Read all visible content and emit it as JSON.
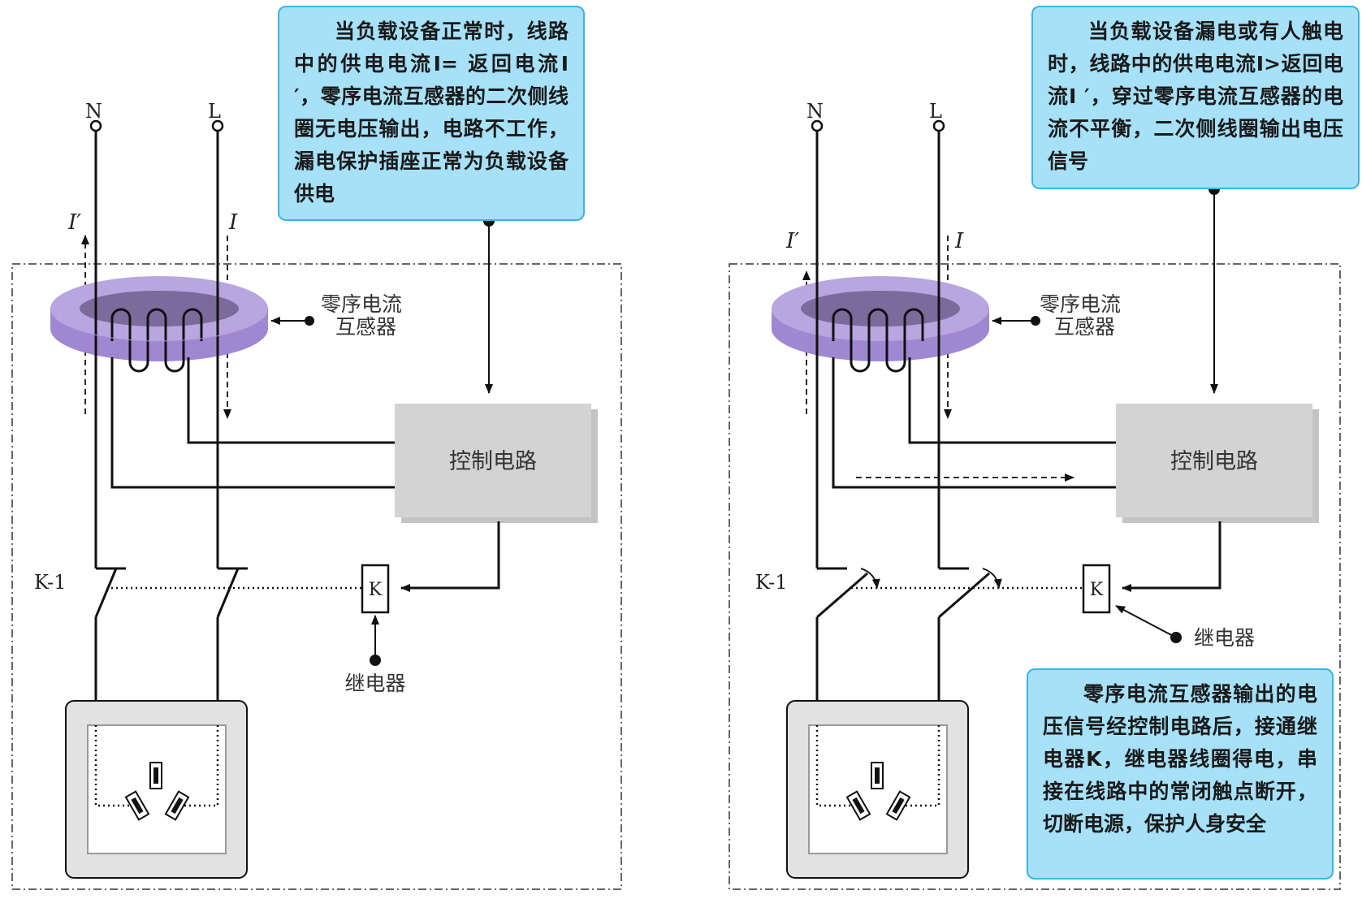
{
  "left_panel": {
    "terminal_n": "N",
    "terminal_l": "L",
    "current_in": "I",
    "current_return": "I′",
    "transformer_label_line1": "零序电流",
    "transformer_label_line2": "互感器",
    "control_circuit": "控制电路",
    "switch_label": "K-1",
    "relay_k": "K",
    "relay_label": "继电器",
    "callout": "当负载设备正常时，线路中的供电电流I= 返回电流I ′，零序电流互感器的二次侧线圈无电压输出，电路不工作，漏电保护插座正常为负载设备供电"
  },
  "right_panel": {
    "terminal_n": "N",
    "terminal_l": "L",
    "current_in": "I",
    "current_return": "I′",
    "transformer_label_line1": "零序电流",
    "transformer_label_line2": "互感器",
    "control_circuit": "控制电路",
    "switch_label": "K-1",
    "relay_k": "K",
    "relay_label": "继电器",
    "callout_top": "当负载设备漏电或有人触电时，线路中的供电电流I>返回电流I ′，穿过零序电流互感器的电流不平衡，二次侧线圈输出电压信号",
    "callout_bottom": "零序电流互感器输出的电压信号经控制电路后，接通继电器K，继电器线圈得电，串接在线路中的常闭触点断开，切断电源，保护人身安全"
  },
  "colors": {
    "callout_fill": "#a6e1f8",
    "callout_border": "#38b5e8",
    "transformer_top": "#b8a6e0",
    "transformer_side": "#9f88d1",
    "control_box": "#d3d3d3"
  }
}
